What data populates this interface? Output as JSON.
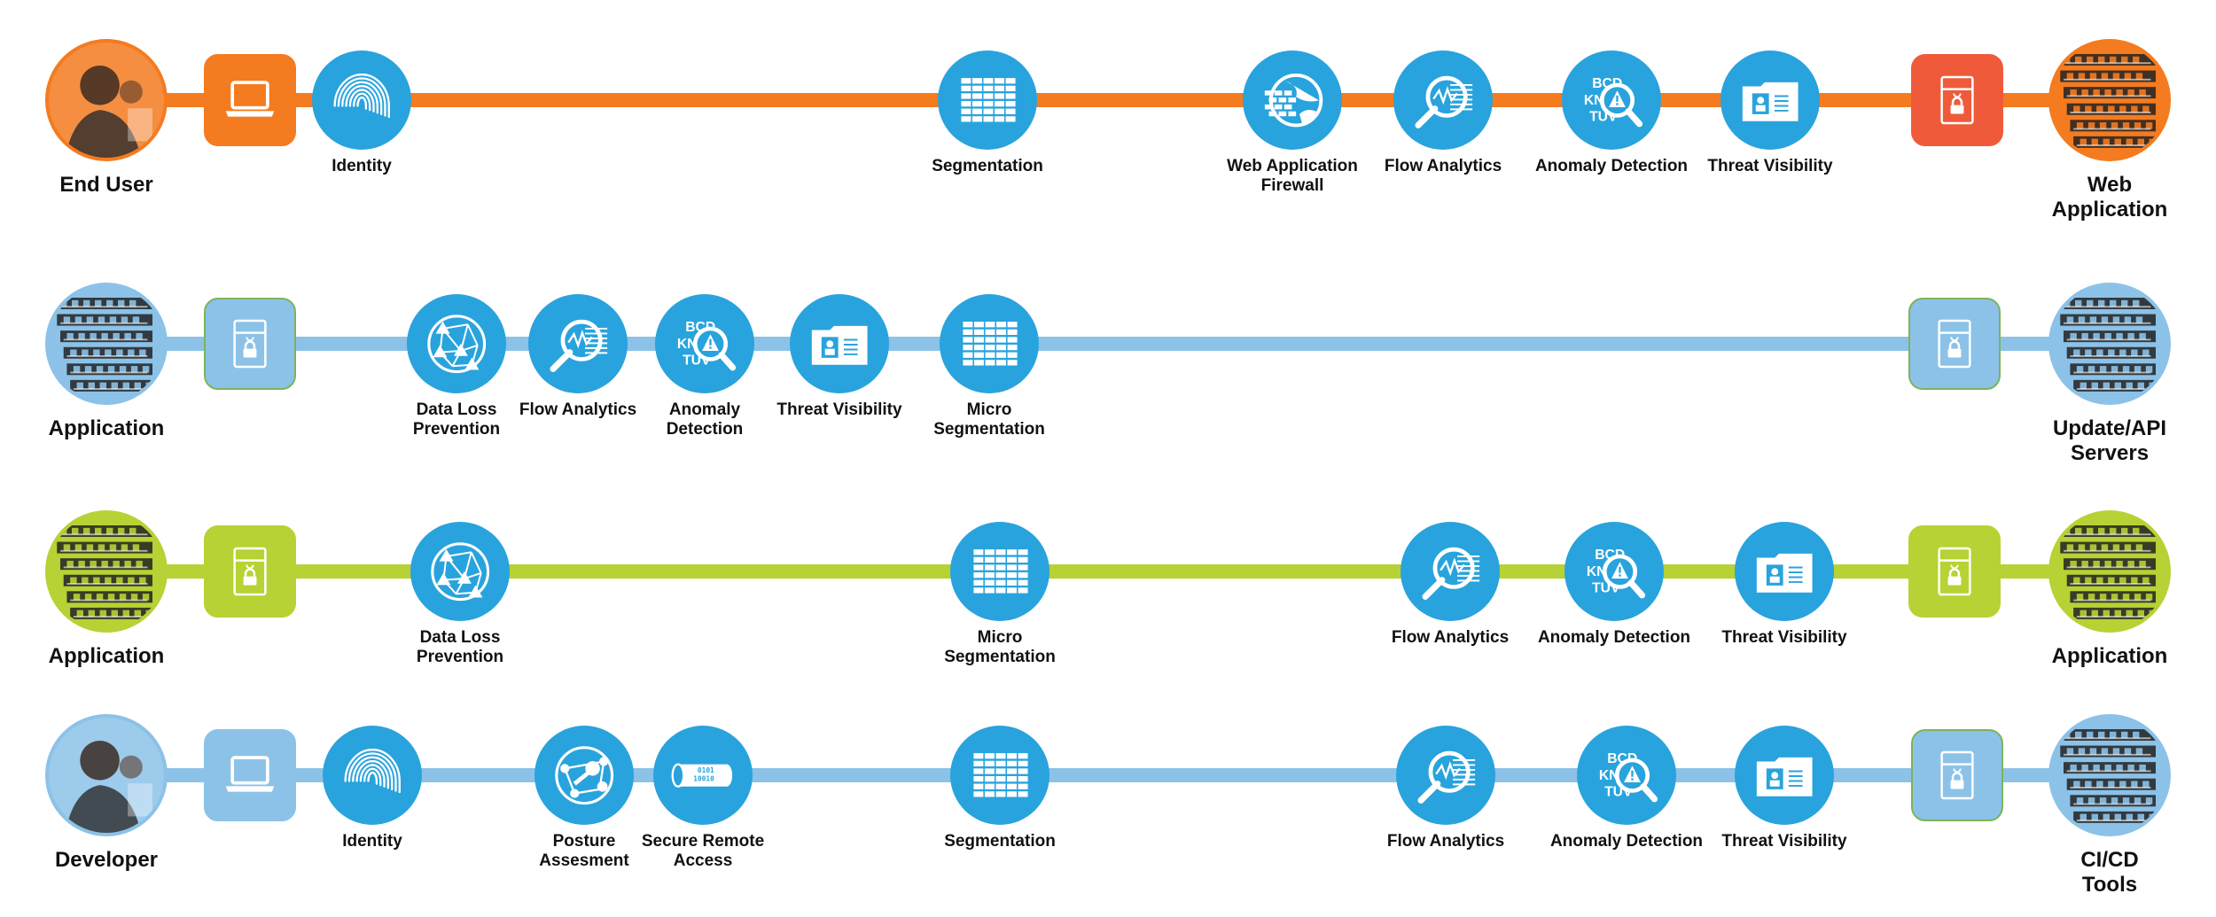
{
  "colors": {
    "orange": "#f47b20",
    "red": "#ef5b3a",
    "blue_light": "#8cc2e8",
    "blue": "#29a3dd",
    "green": "#b6d234"
  },
  "rows": [
    {
      "line_color": "#f47b20",
      "start": {
        "label": "End User",
        "icon": "person-photo",
        "color": "#f47b20"
      },
      "device": {
        "icon": "laptop-icon",
        "color": "#f47b20",
        "border": "#f47b20"
      },
      "steps": [
        {
          "label": "Identity",
          "icon": "fingerprint"
        },
        {
          "label": "Segmentation",
          "icon": "firewall"
        },
        {
          "label": "Web Application\nFirewall",
          "icon": "globe-firewall"
        },
        {
          "label": "Flow Analytics",
          "icon": "flow-magnifier"
        },
        {
          "label": "Anomaly Detection",
          "icon": "anomaly-magnifier"
        },
        {
          "label": "Threat Visibility",
          "icon": "threat-folder"
        }
      ],
      "lock": {
        "icon": "lock-server-icon",
        "color": "#ef5b3a",
        "border": "#ef5b3a"
      },
      "end": {
        "label": "Web\nApplication",
        "icon": "server-photo",
        "color": "#f47b20"
      }
    },
    {
      "line_color": "#8cc2e8",
      "start": {
        "label": "Application",
        "icon": "server-photo",
        "color": "#8cc2e8"
      },
      "device": {
        "icon": "lock-server-icon",
        "color": "#8cc2e8",
        "border": "#7db35a"
      },
      "steps": [
        {
          "label": "Data Loss\nPrevention",
          "icon": "network-globe"
        },
        {
          "label": "Flow Analytics",
          "icon": "flow-magnifier"
        },
        {
          "label": "Anomaly\nDetection",
          "icon": "anomaly-magnifier"
        },
        {
          "label": "Threat Visibility",
          "icon": "threat-folder"
        },
        {
          "label": "Micro\nSegmentation",
          "icon": "firewall"
        }
      ],
      "lock": {
        "icon": "lock-server-icon",
        "color": "#8cc2e8",
        "border": "#7db35a"
      },
      "end": {
        "label": "Update/API\nServers",
        "icon": "server-photo",
        "color": "#8cc2e8"
      }
    },
    {
      "line_color": "#b6d234",
      "start": {
        "label": "Application",
        "icon": "server-photo",
        "color": "#b6d234"
      },
      "device": {
        "icon": "lock-server-icon",
        "color": "#b6d234",
        "border": "#b6d234"
      },
      "steps": [
        {
          "label": "Data Loss\nPrevention",
          "icon": "network-globe"
        },
        {
          "label": "Micro\nSegmentation",
          "icon": "firewall"
        },
        {
          "label": "Flow Analytics",
          "icon": "flow-magnifier"
        },
        {
          "label": "Anomaly Detection",
          "icon": "anomaly-magnifier"
        },
        {
          "label": "Threat Visibility",
          "icon": "threat-folder"
        }
      ],
      "lock": {
        "icon": "lock-server-icon",
        "color": "#b6d234",
        "border": "#b6d234"
      },
      "end": {
        "label": "Application",
        "icon": "server-photo",
        "color": "#b6d234"
      }
    },
    {
      "line_color": "#8cc2e8",
      "start": {
        "label": "Developer",
        "icon": "person-photo",
        "color": "#8cc2e8"
      },
      "device": {
        "icon": "laptop-icon",
        "color": "#8cc2e8",
        "border": "#8cc2e8"
      },
      "steps": [
        {
          "label": "Identity",
          "icon": "fingerprint"
        },
        {
          "label": "Posture\nAssesment",
          "icon": "posture-network"
        },
        {
          "label": "Secure Remote\nAccess",
          "icon": "secure-tunnel"
        },
        {
          "label": "Segmentation",
          "icon": "firewall"
        },
        {
          "label": "Flow Analytics",
          "icon": "flow-magnifier"
        },
        {
          "label": "Anomaly Detection",
          "icon": "anomaly-magnifier"
        },
        {
          "label": "Threat Visibility",
          "icon": "threat-folder"
        }
      ],
      "lock": {
        "icon": "lock-server-icon",
        "color": "#8cc2e8",
        "border": "#7db35a"
      },
      "end": {
        "label": "CI/CD Tools",
        "icon": "server-photo",
        "color": "#8cc2e8"
      }
    }
  ]
}
